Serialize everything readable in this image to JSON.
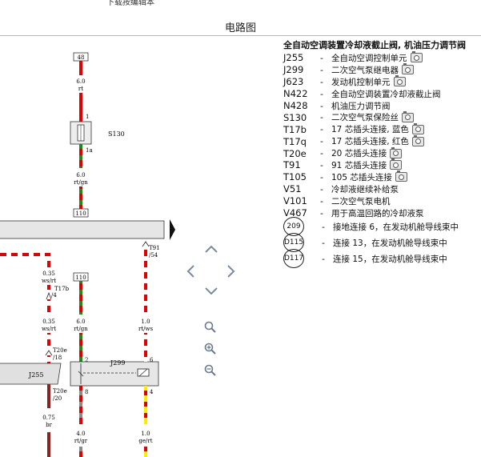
{
  "header": {
    "top_fragment": "下载按编辑本",
    "title": "电路图"
  },
  "legend": {
    "heading": "全自动空调装置冷却液截止阀, 机油压力调节阀",
    "items": [
      {
        "code": "J255",
        "desc": "全自动空调控制单元",
        "camera": true
      },
      {
        "code": "J299",
        "desc": "二次空气泵继电器",
        "camera": true
      },
      {
        "code": "J623",
        "desc": "发动机控制单元",
        "camera": true
      },
      {
        "code": "N422",
        "desc": "全自动空调装置冷却液截止阀",
        "camera": false
      },
      {
        "code": "N428",
        "desc": "机油压力调节阀",
        "camera": false
      },
      {
        "code": "S130",
        "desc": "二次空气泵保险丝",
        "camera": true
      },
      {
        "code": "T17b",
        "desc": "17 芯插头连接, 蓝色",
        "camera": true
      },
      {
        "code": "T17q",
        "desc": "17 芯插头连接, 红色",
        "camera": true
      },
      {
        "code": "T20e",
        "desc": "20 芯插头连接",
        "camera": true
      },
      {
        "code": "T91",
        "desc": "91 芯插头连接",
        "camera": true
      },
      {
        "code": "T105",
        "desc": "105 芯插头连接",
        "camera": true
      },
      {
        "code": "V51",
        "desc": "冷却液继续补给泵",
        "camera": false
      },
      {
        "code": "V101",
        "desc": "二次空气泵电机",
        "camera": false
      },
      {
        "code": "V467",
        "desc": "用于高温回路的冷却液泵",
        "camera": false
      }
    ],
    "circles": [
      {
        "code": "209",
        "desc": "接地连接 6，在发动机舱导线束中"
      },
      {
        "code": "D115",
        "desc": "连接 13，在发动机舱导线束中"
      },
      {
        "code": "D117",
        "desc": "连接 15，在发动机舱导线束中"
      }
    ]
  },
  "diagram": {
    "terminal_top": "48",
    "wire1_gauge": "6.0",
    "wire1_color": "rt",
    "fuse_pin_top": "1",
    "fuse_label": "S130",
    "fuse_pin_bottom": "1a",
    "wire2_gauge": "6.0",
    "wire2_color": "rt/gn",
    "terminal_bottom": "110",
    "left_wire_gauge": "0.35",
    "left_wire_color": "ws/rt",
    "t17b_label": "T17b",
    "t17b_pin": "/4",
    "left_wire2_gauge": "0.35",
    "left_wire2_color": "ws/rt",
    "t20e_label": "T20e",
    "t20e_pin": "/18",
    "j255_label": "J255",
    "t20e_b_label": "T20e",
    "t20e_b_pin": "/20",
    "left_wire3_gauge": "0.75",
    "left_wire3_color": "br",
    "mid_terminal": "110",
    "mid_wire_gauge": "6.0",
    "mid_wire_color": "rt/gn",
    "mid_pin": "2",
    "mid_pin_bottom": "8",
    "j299_label": "J299",
    "right_pin_top": "6",
    "right_pin_bottom": "4",
    "t91_label": "T91",
    "t91_pin": "/54",
    "right_wire_gauge": "1.0",
    "right_wire_color": "rt/ws",
    "bottom_mid_gauge": "4.0",
    "bottom_mid_color": "rt/gr",
    "bottom_right_gauge": "1.0",
    "bottom_right_color": "ge/rt"
  },
  "nav": {
    "pan_up": "up-arrow",
    "pan_left": "left-arrow",
    "pan_right": "right-arrow",
    "pan_down": "down-arrow",
    "zoom_fit": "magnifier-icon",
    "zoom_in": "zoom-in-icon",
    "zoom_out": "zoom-out-icon"
  }
}
